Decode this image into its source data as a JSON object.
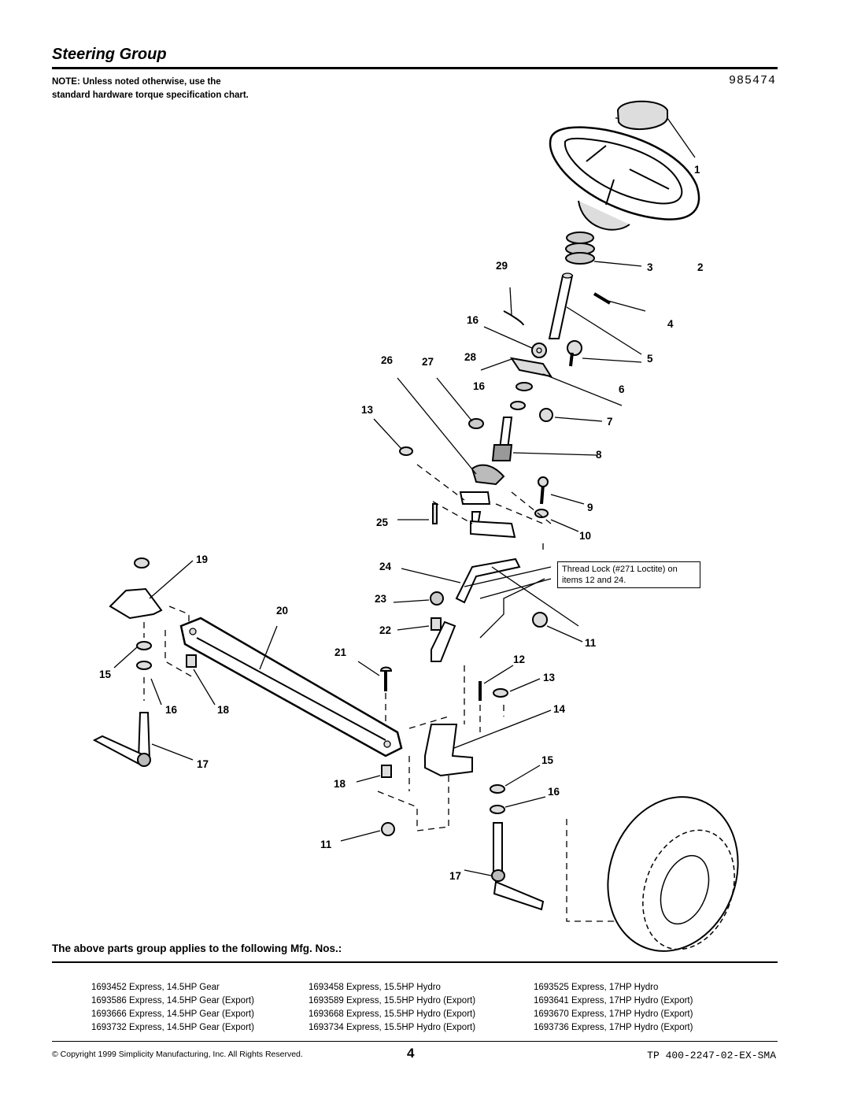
{
  "header": {
    "title": "Steering Group",
    "note": "NOTE: Unless noted otherwise, use the standard hardware torque specification chart.",
    "ref_number": "985474"
  },
  "diagram": {
    "callout": "Thread Lock (#271 Loctite) on items 12 and 24.",
    "labels": [
      "1",
      "2",
      "3",
      "29",
      "4",
      "16",
      "5",
      "26",
      "27",
      "28",
      "16",
      "6",
      "13",
      "7",
      "8",
      "9",
      "25",
      "10",
      "19",
      "24",
      "23",
      "20",
      "22",
      "11",
      "21",
      "12",
      "15",
      "13",
      "16",
      "18",
      "14",
      "17",
      "15",
      "18",
      "16",
      "11",
      "17"
    ]
  },
  "applies": {
    "heading": "The above parts group applies to the following Mfg. Nos.:",
    "rows": [
      [
        "1693452",
        "Express, 14.5HP Gear",
        "1693458",
        "Express, 15.5HP Hydro",
        "1693525",
        "Express, 17HP Hydro"
      ],
      [
        "1693586",
        "Express, 14.5HP Gear (Export)",
        "1693589",
        "Express, 15.5HP Hydro (Export)",
        "1693641",
        "Express, 17HP Hydro (Export)"
      ],
      [
        "1693666",
        "Express, 14.5HP Gear (Export)",
        "1693668",
        "Express, 15.5HP Hydro (Export)",
        "1693670",
        "Express, 17HP Hydro (Export)"
      ],
      [
        "1693732",
        "Express, 14.5HP Gear (Export)",
        "1693734",
        "Express, 15.5HP Hydro (Export)",
        "1693736",
        "Express, 17HP Hydro (Export)"
      ]
    ]
  },
  "footer": {
    "copyright": "© Copyright 1999 Simplicity Manufacturing, Inc. All Rights Reserved.",
    "page": "4",
    "code": "TP 400-2247-02-EX-SMA"
  }
}
